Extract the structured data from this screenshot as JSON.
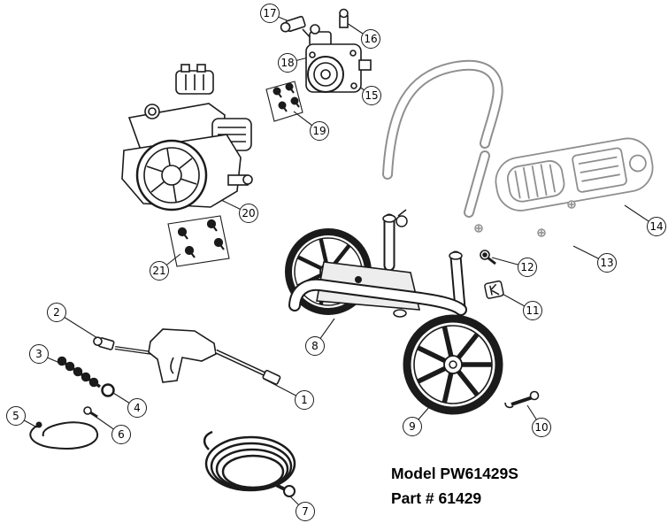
{
  "labels": {
    "model": "Model PW61429S",
    "part": "Part # 61429"
  },
  "callouts": [
    "1",
    "2",
    "3",
    "4",
    "5",
    "6",
    "7",
    "8",
    "9",
    "10",
    "11",
    "12",
    "13",
    "14",
    "15",
    "16",
    "17",
    "18",
    "19",
    "20",
    "21"
  ],
  "colors": {
    "line": "#1b1b1b",
    "light_part": "#8f8f8f",
    "background": "#ffffff"
  }
}
